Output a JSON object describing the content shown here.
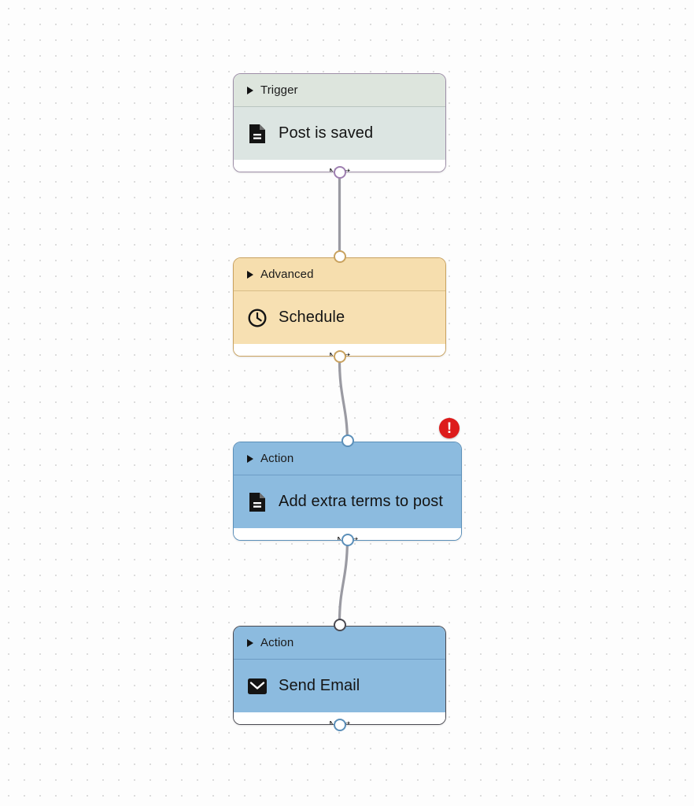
{
  "canvas": {
    "name": "workflow-canvas",
    "grid_dot_color": "#dcdcdc",
    "background_color": "#fdfdfd"
  },
  "colors": {
    "trigger_header": "#dde5dd",
    "trigger_body": "#dce5e2",
    "advanced_header": "#f6deae",
    "action_header": "#8cbbdf",
    "connector_line": "#9a9aa2",
    "error_red": "#dd1b1b"
  },
  "nodes": [
    {
      "id": "trigger-post-is-saved",
      "type_label": "Trigger",
      "title": "Post is saved",
      "icon": "document-icon",
      "footer_label": "Next",
      "theme": "sage"
    },
    {
      "id": "advanced-schedule",
      "type_label": "Advanced",
      "title": "Schedule",
      "icon": "clock-icon",
      "footer_label": "Next",
      "theme": "tan"
    },
    {
      "id": "action-add-extra-terms-to-post",
      "type_label": "Action",
      "title": "Add extra terms to post",
      "icon": "document-icon",
      "footer_label": "Next",
      "theme": "blue",
      "has_error": true
    },
    {
      "id": "action-send-email",
      "type_label": "Action",
      "title": "Send Email",
      "icon": "envelope-icon",
      "footer_label": "Next",
      "theme": "blue-dark"
    }
  ],
  "error_badge": {
    "glyph": "!",
    "name": "error-badge"
  }
}
